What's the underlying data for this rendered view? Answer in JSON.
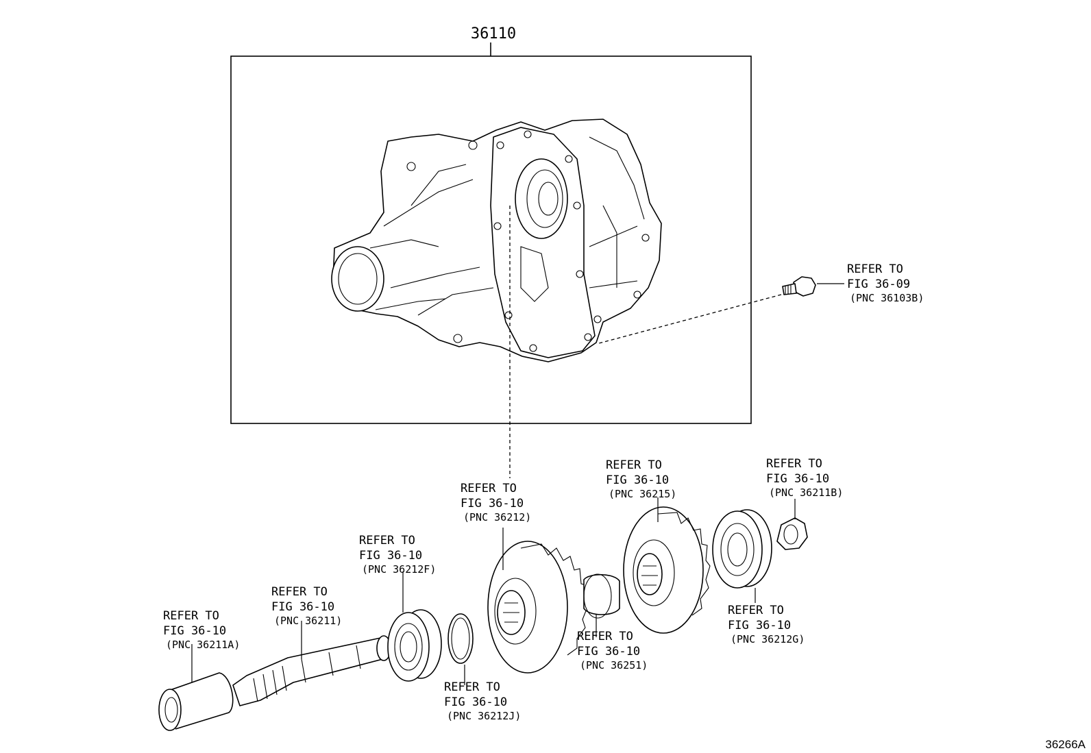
{
  "main_part": {
    "number": "36110"
  },
  "figure_id": "36266A",
  "callouts": [
    {
      "id": "bolt",
      "line1": "REFER TO",
      "line2": "FIG 36-09",
      "line3": "(PNC 36103B)"
    },
    {
      "id": "gear1",
      "line1": "REFER TO",
      "line2": "FIG 36-10",
      "line3": "(PNC 36212)"
    },
    {
      "id": "gear2",
      "line1": "REFER TO",
      "line2": "FIG 36-10",
      "line3": "(PNC 36215)"
    },
    {
      "id": "nut",
      "line1": "REFER TO",
      "line2": "FIG 36-10",
      "line3": "(PNC 36211B)"
    },
    {
      "id": "bearingA",
      "line1": "REFER TO",
      "line2": "FIG 36-10",
      "line3": "(PNC 36212F)"
    },
    {
      "id": "shaft",
      "line1": "REFER TO",
      "line2": "FIG 36-10",
      "line3": "(PNC 36211)"
    },
    {
      "id": "sleeve",
      "line1": "REFER TO",
      "line2": "FIG 36-10",
      "line3": "(PNC 36211A)"
    },
    {
      "id": "spacer",
      "line1": "REFER TO",
      "line2": "FIG 36-10",
      "line3": "(PNC 36251)"
    },
    {
      "id": "snapring",
      "line1": "REFER TO",
      "line2": "FIG 36-10",
      "line3": "(PNC 36212J)"
    },
    {
      "id": "bearingB",
      "line1": "REFER TO",
      "line2": "FIG 36-10",
      "line3": "(PNC 36212G)"
    }
  ]
}
